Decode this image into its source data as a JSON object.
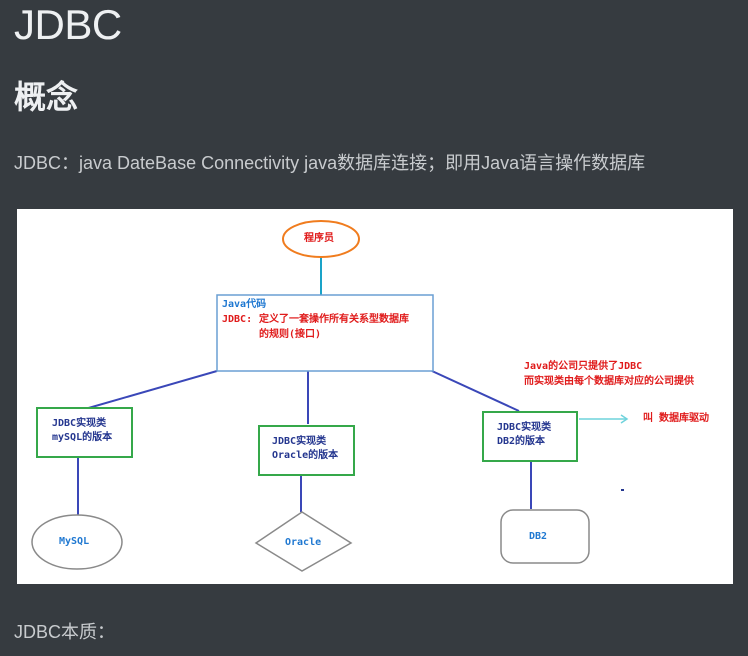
{
  "heading": "JDBC",
  "section_title": "概念",
  "definition": "JDBC：java DateBase Connectivity   java数据库连接；即用Java语言操作数据库",
  "diagram": {
    "programmer": "程序员",
    "java_code": "Java代码",
    "jdbc_define_label": "JDBC:",
    "jdbc_define_line1": "定义了一套操作所有关系型数据库",
    "jdbc_define_line2": "的规则(接口)",
    "mysql_impl_line1": "JDBC实现类",
    "mysql_impl_line2": "mySQL的版本",
    "oracle_impl_line1": "JDBC实现类",
    "oracle_impl_line2": "Oracle的版本",
    "db2_impl_line1": "JDBC实现类",
    "db2_impl_line2": "DB2的版本",
    "note_line1": "Java的公司只提供了JDBC",
    "note_line2": "而实现类由每个数据库对应的公司提供",
    "driver_label": "叫 数据库驱动",
    "mysql": "MySQL",
    "oracle": "Oracle",
    "db2": "DB2",
    "colors": {
      "programmer_border": "#f07c1e",
      "java_box_border": "#6a9fd4",
      "impl_box_border": "#35a84a",
      "connector": "#3a47b8",
      "cyan_line": "#1aa3c8",
      "red_text": "#e01b1b",
      "blue_text": "#1f78d1",
      "navy_text": "#24368f",
      "db_border": "#8a8a8a"
    }
  },
  "essence": "JDBC本质："
}
